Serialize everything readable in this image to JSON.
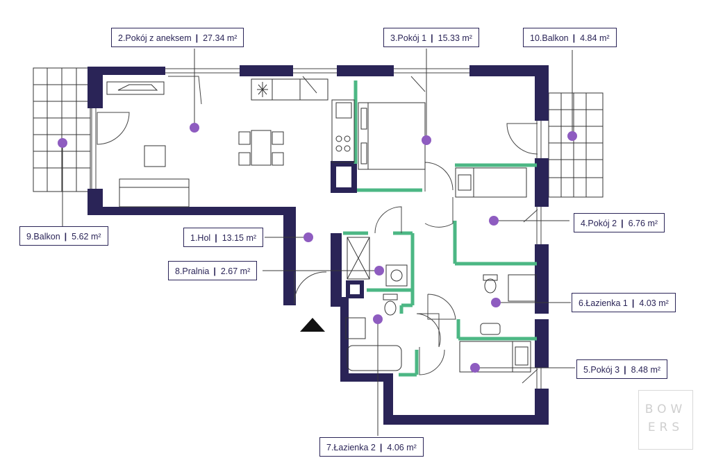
{
  "rooms": [
    {
      "id": "hol",
      "label": "1.Hol",
      "area": "13.15",
      "unit": "m²"
    },
    {
      "id": "pokoj-z-aneksem",
      "label": "2.Pokój z aneksem",
      "area": "27.34",
      "unit": "m²"
    },
    {
      "id": "pokoj-1",
      "label": "3.Pokój 1",
      "area": "15.33",
      "unit": "m²"
    },
    {
      "id": "pokoj-2",
      "label": "4.Pokój 2",
      "area": "6.76",
      "unit": "m²"
    },
    {
      "id": "pokoj-3",
      "label": "5.Pokój 3",
      "area": "8.48",
      "unit": "m²"
    },
    {
      "id": "lazienka-1",
      "label": "6.Łazienka 1",
      "area": "4.03",
      "unit": "m²"
    },
    {
      "id": "lazienka-2",
      "label": "7.Łazienka 2",
      "area": "4.06",
      "unit": "m²"
    },
    {
      "id": "pralnia",
      "label": "8.Pralnia",
      "area": "2.67",
      "unit": "m²"
    },
    {
      "id": "balkon-9",
      "label": "9.Balkon",
      "area": "5.62",
      "unit": "m²"
    },
    {
      "id": "balkon-10",
      "label": "10.Balkon",
      "area": "4.84",
      "unit": "m²"
    }
  ],
  "logo": {
    "line1": "BOW",
    "line2": "ERS"
  },
  "colors": {
    "wall": "#2a2457",
    "partition": "#4cb784",
    "marker": "#8e5cc0",
    "line": "#3a3a3a"
  }
}
